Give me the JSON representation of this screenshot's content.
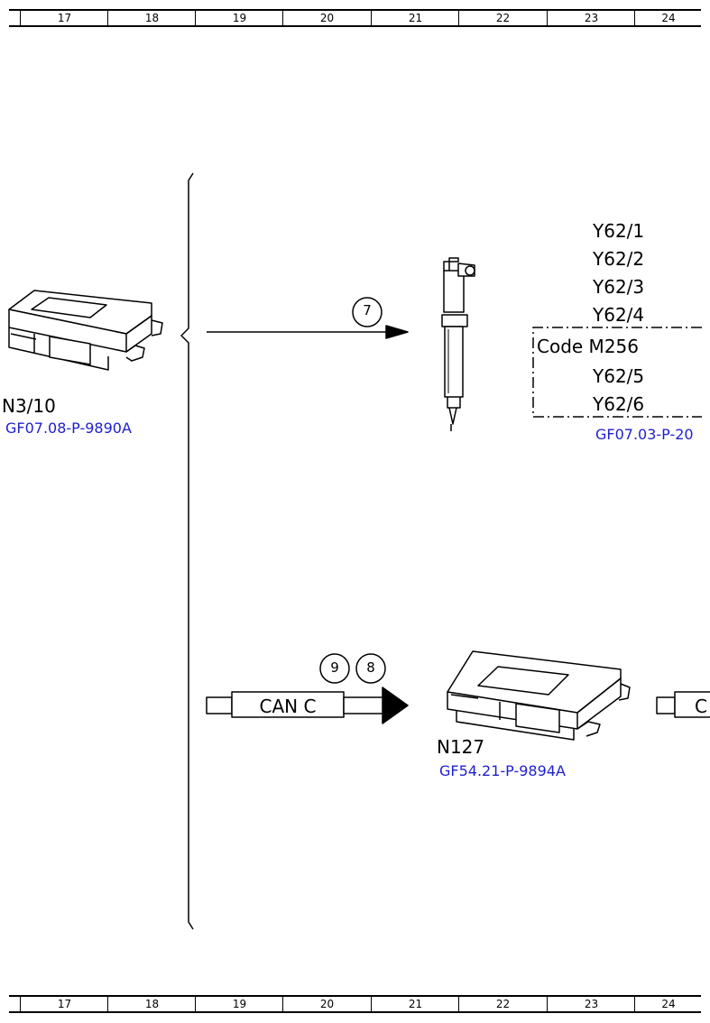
{
  "ruler": {
    "columns": [
      "17",
      "18",
      "19",
      "20",
      "21",
      "22",
      "23",
      "24"
    ]
  },
  "components": {
    "control_unit_left": {
      "label": "N3/10",
      "ref": "GF07.08-P-9890A"
    },
    "control_unit_right": {
      "label": "N127",
      "ref": "GF54.21-P-9894A"
    },
    "injectors": {
      "labels": [
        "Y62/1",
        "Y62/2",
        "Y62/3",
        "Y62/4"
      ],
      "code_label": "Code M256",
      "code_labels": [
        "Y62/5",
        "Y62/6"
      ],
      "ref": "GF07.03-P-20"
    }
  },
  "connections": {
    "arrow_top": {
      "callout": "7"
    },
    "can_bus": {
      "label": "CAN C",
      "callouts": [
        "9",
        "8"
      ],
      "partial_label": "C"
    }
  },
  "colors": {
    "ink": "#000000",
    "link": "#1f1fd0"
  }
}
